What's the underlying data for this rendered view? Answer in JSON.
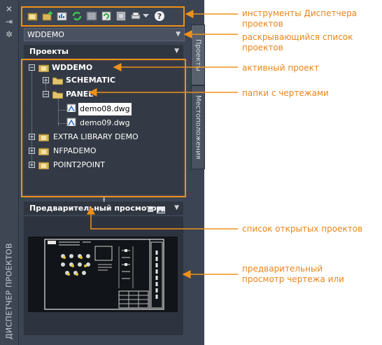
{
  "palette": {
    "vertical_title": "ДИСПЕТЧЕР ПРОЕКТОВ",
    "side_tabs": {
      "projects": "Проекты",
      "locations": "Местоположения"
    }
  },
  "toolbar": {
    "buttons": [
      "open-project-icon",
      "new-project-icon",
      "project-properties-icon",
      "refresh-icon",
      "drawing-list-icon",
      "project-sync-icon",
      "project-task-list-icon",
      "publish-icon",
      "dropdown-icon",
      "help-icon"
    ]
  },
  "project_select": {
    "value": "WDDEMO"
  },
  "projects_panel": {
    "title": "Проекты"
  },
  "tree": {
    "items": [
      {
        "label": "WDDEMO"
      },
      {
        "label": "SCHEMATIC"
      },
      {
        "label": "PANEL"
      },
      {
        "label": "demo08.dwg"
      },
      {
        "label": "demo09.dwg"
      },
      {
        "label": "EXTRA LIBRARY DEMO"
      },
      {
        "label": "NFPADEMO"
      },
      {
        "label": "POINT2POINT"
      }
    ]
  },
  "preview_panel": {
    "title": "Предварительный просмотр"
  },
  "annotations": {
    "toolbar_line1": "инструменты Диспетчера",
    "toolbar_line2": "проектов",
    "dropdown_line1": "раскрывающийся список",
    "dropdown_line2": "проектов",
    "active_project": "активный проект",
    "drawing_folders": "папки с чертежами",
    "open_projects_list": "список открытых проектов",
    "preview_line1": "предварительный",
    "preview_line2": "просмотр чертежа или"
  },
  "colors": {
    "accent_orange": "#f0901a",
    "annotation_text": "#e8851c",
    "panel_bg": "#3b4452",
    "tree_bg": "#333a45"
  }
}
